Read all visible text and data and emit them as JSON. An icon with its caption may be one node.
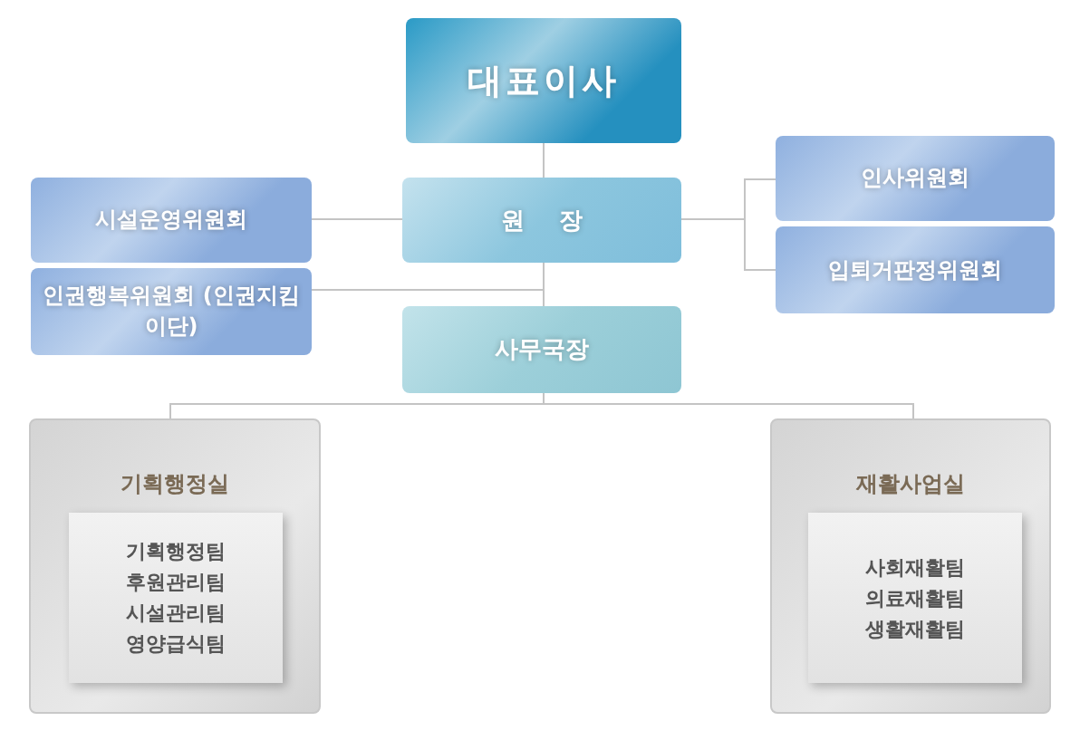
{
  "diagram": {
    "nodes": [
      {
        "text": [
          "대표이사"
        ]
      },
      {
        "text": [
          "원 장"
        ]
      },
      {
        "text": [
          "시설운영위원회"
        ]
      },
      {
        "text": [
          "인권행복위원회 (인권지킴이단)"
        ]
      },
      {
        "text": [
          "인사위원회"
        ]
      },
      {
        "text": [
          "입퇴거판정위원회"
        ]
      },
      {
        "text": [
          "사무국장"
        ]
      },
      {
        "text": [
          "기획행정실"
        ]
      },
      {
        "text": [
          "기획행정팀",
          "후원관리팀",
          "시설관리팀",
          "영양급식팀"
        ],
        "in": 7
      },
      {
        "text": [
          "재활사업실"
        ]
      },
      {
        "text": [
          "사회재활팀",
          "의료재활팀",
          "생활재활팀"
        ],
        "in": 9
      }
    ],
    "edges": [
      {
        "from": 0,
        "to": 1,
        "arrow": "none"
      },
      {
        "from": 1,
        "to": 2,
        "arrow": "none"
      },
      {
        "from": 1,
        "to": 4,
        "arrow": "none"
      },
      {
        "from": 1,
        "to": 5,
        "arrow": "none"
      },
      {
        "from": 1,
        "to": 6,
        "arrow": "none"
      },
      {
        "from": 1,
        "to": 3,
        "arrow": "none"
      },
      {
        "from": 6,
        "to": 7,
        "arrow": "none"
      },
      {
        "from": 6,
        "to": 9,
        "arrow": "none"
      }
    ]
  }
}
